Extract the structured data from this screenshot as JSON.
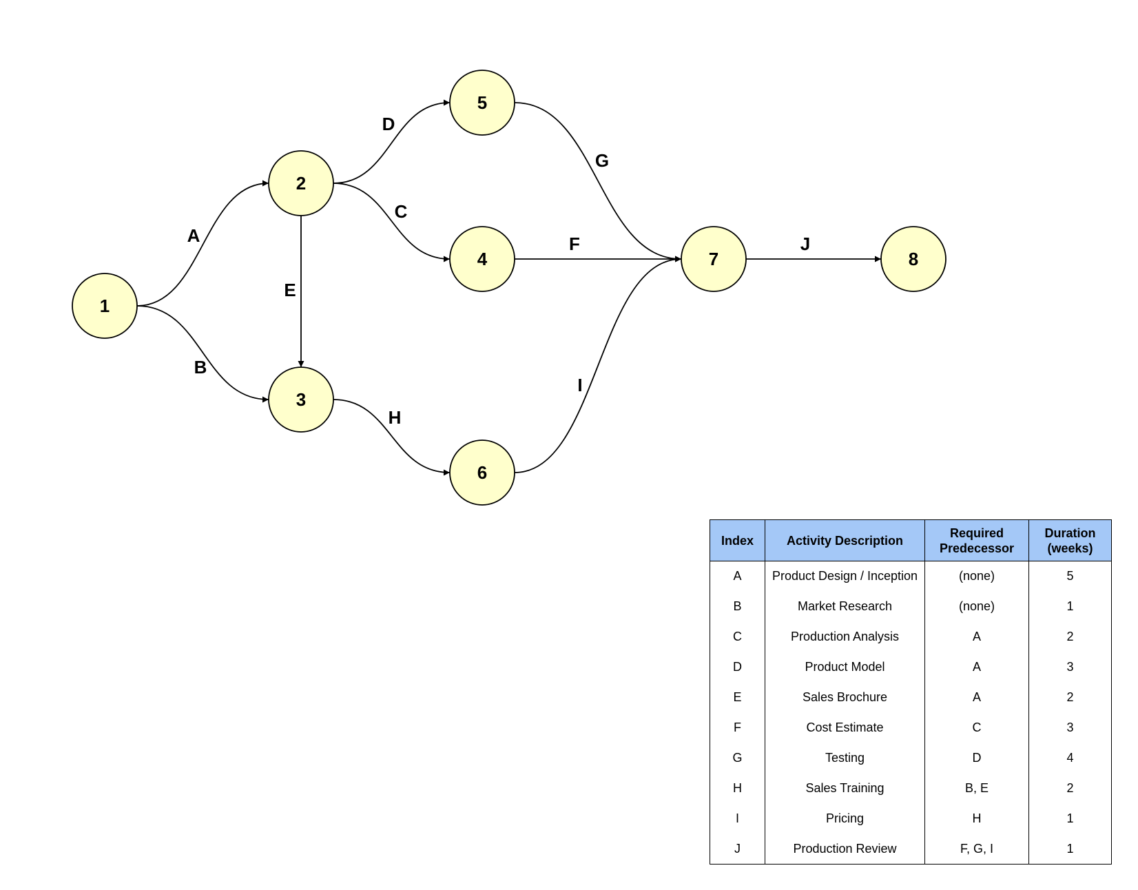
{
  "diagram": {
    "nodes": [
      {
        "id": "1",
        "label": "1"
      },
      {
        "id": "2",
        "label": "2"
      },
      {
        "id": "3",
        "label": "3"
      },
      {
        "id": "4",
        "label": "4"
      },
      {
        "id": "5",
        "label": "5"
      },
      {
        "id": "6",
        "label": "6"
      },
      {
        "id": "7",
        "label": "7"
      },
      {
        "id": "8",
        "label": "8"
      }
    ],
    "edges": [
      {
        "label": "A",
        "from": "1",
        "to": "2"
      },
      {
        "label": "B",
        "from": "1",
        "to": "3"
      },
      {
        "label": "C",
        "from": "2",
        "to": "4"
      },
      {
        "label": "D",
        "from": "2",
        "to": "5"
      },
      {
        "label": "E",
        "from": "2",
        "to": "3"
      },
      {
        "label": "F",
        "from": "4",
        "to": "7"
      },
      {
        "label": "G",
        "from": "5",
        "to": "7"
      },
      {
        "label": "H",
        "from": "3",
        "to": "6"
      },
      {
        "label": "I",
        "from": "6",
        "to": "7"
      },
      {
        "label": "J",
        "from": "7",
        "to": "8"
      }
    ],
    "node_fill": "#ffffcc"
  },
  "table": {
    "header_color": "#a4c8f7",
    "headers": {
      "index": "Index",
      "description": "Activity Description",
      "predecessor_line1": "Required",
      "predecessor_line2": "Predecessor",
      "duration_line1": "Duration",
      "duration_line2": "(weeks)"
    },
    "rows": [
      {
        "index": "A",
        "description": "Product Design / Inception",
        "predecessor": "(none)",
        "duration": "5"
      },
      {
        "index": "B",
        "description": "Market Research",
        "predecessor": "(none)",
        "duration": "1"
      },
      {
        "index": "C",
        "description": "Production Analysis",
        "predecessor": "A",
        "duration": "2"
      },
      {
        "index": "D",
        "description": "Product Model",
        "predecessor": "A",
        "duration": "3"
      },
      {
        "index": "E",
        "description": "Sales Brochure",
        "predecessor": "A",
        "duration": "2"
      },
      {
        "index": "F",
        "description": "Cost Estimate",
        "predecessor": "C",
        "duration": "3"
      },
      {
        "index": "G",
        "description": "Testing",
        "predecessor": "D",
        "duration": "4"
      },
      {
        "index": "H",
        "description": "Sales Training",
        "predecessor": "B, E",
        "duration": "2"
      },
      {
        "index": "I",
        "description": "Pricing",
        "predecessor": "H",
        "duration": "1"
      },
      {
        "index": "J",
        "description": "Production Review",
        "predecessor": "F, G, I",
        "duration": "1"
      }
    ]
  }
}
